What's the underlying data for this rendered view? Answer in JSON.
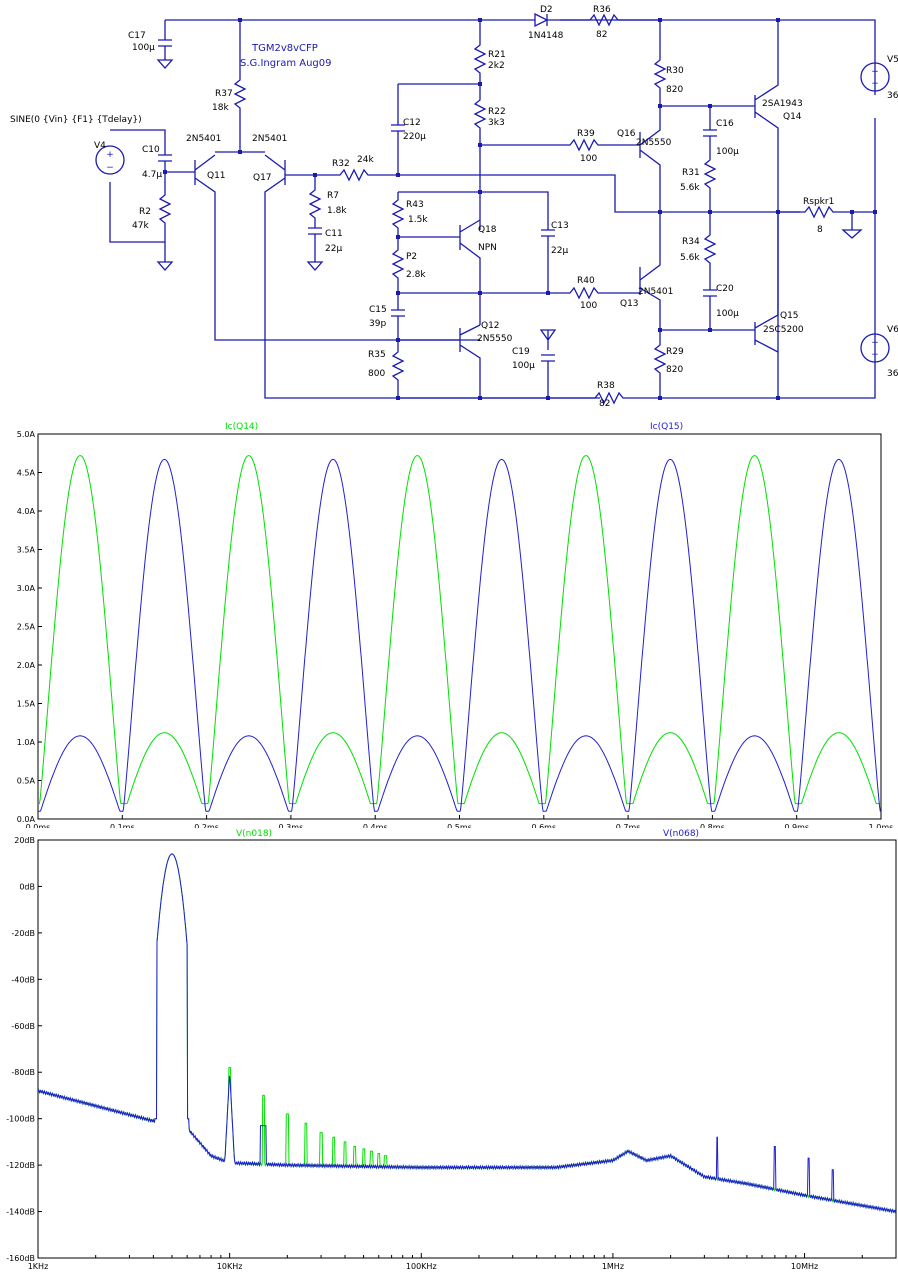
{
  "schematic": {
    "title": "TGM2v8vCFP",
    "author": "S.G.Ingram Aug09",
    "source_spec": "SINE(0 {Vin} {F1} {Tdelay})",
    "labels": [
      {
        "id": "C17",
        "t": "C17"
      },
      {
        "id": "C17v",
        "t": "100µ"
      },
      {
        "id": "R37",
        "t": "R37"
      },
      {
        "id": "R37v",
        "t": "18k"
      },
      {
        "id": "D2",
        "t": "D2"
      },
      {
        "id": "D2v",
        "t": "1N4148"
      },
      {
        "id": "R36",
        "t": "R36"
      },
      {
        "id": "R36v",
        "t": "82"
      },
      {
        "id": "R21",
        "t": "R21"
      },
      {
        "id": "R21v",
        "t": "2k2"
      },
      {
        "id": "R22",
        "t": "R22"
      },
      {
        "id": "R22v",
        "t": "3k3"
      },
      {
        "id": "C12",
        "t": "C12"
      },
      {
        "id": "C12v",
        "t": "220µ"
      },
      {
        "id": "V4",
        "t": "V4"
      },
      {
        "id": "C10",
        "t": "C10"
      },
      {
        "id": "C10v",
        "t": "4.7µ"
      },
      {
        "id": "R2",
        "t": "R2"
      },
      {
        "id": "R2v",
        "t": "47k"
      },
      {
        "id": "Q11m",
        "t": "2N5401"
      },
      {
        "id": "Q11",
        "t": "Q11"
      },
      {
        "id": "Q17m",
        "t": "2N5401"
      },
      {
        "id": "Q17",
        "t": "Q17"
      },
      {
        "id": "R32",
        "t": "R32"
      },
      {
        "id": "R32v",
        "t": "24k"
      },
      {
        "id": "R7",
        "t": "R7"
      },
      {
        "id": "R7v",
        "t": "1.8k"
      },
      {
        "id": "C11",
        "t": "C11"
      },
      {
        "id": "C11v",
        "t": "22µ"
      },
      {
        "id": "R43",
        "t": "R43"
      },
      {
        "id": "R43v",
        "t": "1.5k"
      },
      {
        "id": "P2",
        "t": "P2"
      },
      {
        "id": "P2v",
        "t": "2.8k"
      },
      {
        "id": "Q18",
        "t": "Q18"
      },
      {
        "id": "Q18m",
        "t": "NPN"
      },
      {
        "id": "C13",
        "t": "C13"
      },
      {
        "id": "C13v",
        "t": "22µ"
      },
      {
        "id": "R39",
        "t": "R39"
      },
      {
        "id": "R39v",
        "t": "100"
      },
      {
        "id": "R40",
        "t": "R40"
      },
      {
        "id": "R40v",
        "t": "100"
      },
      {
        "id": "C15",
        "t": "C15"
      },
      {
        "id": "C15v",
        "t": "39p"
      },
      {
        "id": "Q12",
        "t": "Q12"
      },
      {
        "id": "Q12m",
        "t": "2N5550"
      },
      {
        "id": "R35",
        "t": "R35"
      },
      {
        "id": "R35v",
        "t": "800"
      },
      {
        "id": "C19",
        "t": "C19"
      },
      {
        "id": "C19v",
        "t": "100µ"
      },
      {
        "id": "R38",
        "t": "R38"
      },
      {
        "id": "R38v",
        "t": "82"
      },
      {
        "id": "R30",
        "t": "R30"
      },
      {
        "id": "R30v",
        "t": "820"
      },
      {
        "id": "Q16",
        "t": "Q16"
      },
      {
        "id": "Q16m",
        "t": "2N5550"
      },
      {
        "id": "C16",
        "t": "C16"
      },
      {
        "id": "C16v",
        "t": "100µ"
      },
      {
        "id": "R31",
        "t": "R31"
      },
      {
        "id": "R31v",
        "t": "5.6k"
      },
      {
        "id": "Q14m",
        "t": "2SA1943"
      },
      {
        "id": "Q14",
        "t": "Q14"
      },
      {
        "id": "Rspkr1",
        "t": "Rspkr1"
      },
      {
        "id": "Rspkr1v",
        "t": "8"
      },
      {
        "id": "R34",
        "t": "R34"
      },
      {
        "id": "R34v",
        "t": "5.6k"
      },
      {
        "id": "C20",
        "t": "C20"
      },
      {
        "id": "C20v",
        "t": "100µ"
      },
      {
        "id": "Q13m",
        "t": "2N5401"
      },
      {
        "id": "Q13",
        "t": "Q13"
      },
      {
        "id": "Q15",
        "t": "Q15"
      },
      {
        "id": "Q15m",
        "t": "2SC5200"
      },
      {
        "id": "R29",
        "t": "R29"
      },
      {
        "id": "R29v",
        "t": "820"
      },
      {
        "id": "V5",
        "t": "V5"
      },
      {
        "id": "V5v",
        "t": "36"
      },
      {
        "id": "V6",
        "t": "V6"
      },
      {
        "id": "V6v",
        "t": "36"
      }
    ]
  },
  "chart_data": [
    {
      "type": "line",
      "series": [
        {
          "name": "Ic(Q14)",
          "color": "#00e000",
          "main_peak": 4.72,
          "small_peak": 1.12,
          "baseline": 0.2
        },
        {
          "name": "Ic(Q15)",
          "color": "#2020d0",
          "main_peak": 4.67,
          "small_peak": 1.08,
          "baseline": 0.1
        }
      ],
      "period_ms": 0.2,
      "x_ticks": [
        "0.0ms",
        "0.1ms",
        "0.2ms",
        "0.3ms",
        "0.4ms",
        "0.5ms",
        "0.6ms",
        "0.7ms",
        "0.8ms",
        "0.9ms",
        "1.0ms"
      ],
      "y_ticks": [
        "0.0A",
        "0.5A",
        "1.0A",
        "1.5A",
        "2.0A",
        "2.5A",
        "3.0A",
        "3.5A",
        "4.0A",
        "4.5A",
        "5.0A"
      ],
      "xlim": [
        0,
        1.0
      ],
      "ylim": [
        0,
        5.0
      ]
    },
    {
      "type": "line",
      "x_scale": "log",
      "series": [
        {
          "name": "V(n018)",
          "color": "#00e000",
          "harmonics": [
            {
              "f": 10,
              "db": -78
            },
            {
              "f": 15,
              "db": -90
            },
            {
              "f": 20,
              "db": -98
            },
            {
              "f": 25,
              "db": -102
            },
            {
              "f": 30,
              "db": -106
            },
            {
              "f": 35,
              "db": -108
            },
            {
              "f": 40,
              "db": -110
            },
            {
              "f": 45,
              "db": -112
            },
            {
              "f": 50,
              "db": -113
            },
            {
              "f": 55,
              "db": -114
            },
            {
              "f": 60,
              "db": -115
            },
            {
              "f": 65,
              "db": -116
            }
          ]
        },
        {
          "name": "V(n068)",
          "color": "#2020d0",
          "fundamental": {
            "f": 5,
            "db": 14
          },
          "noise": [
            [
              1,
              -88
            ],
            [
              4,
              -101
            ],
            [
              4.5,
              -102
            ],
            [
              6,
              -104
            ],
            [
              8,
              -116
            ],
            [
              10,
              -119
            ],
            [
              20,
              -120
            ],
            [
              100,
              -121
            ],
            [
              500,
              -121
            ],
            [
              1000,
              -118
            ],
            [
              1200,
              -114
            ],
            [
              1500,
              -118
            ],
            [
              2000,
              -116
            ],
            [
              3000,
              -125
            ],
            [
              5000,
              -128
            ],
            [
              10000,
              -133
            ],
            [
              30000,
              -140
            ]
          ],
          "spurs": [
            {
              "f": 3500,
              "db": -108
            },
            {
              "f": 7000,
              "db": -112
            },
            {
              "f": 10500,
              "db": -117
            },
            {
              "f": 14000,
              "db": -122
            }
          ]
        }
      ],
      "x_ticks": [
        "1KHz",
        "10KHz",
        "100KHz",
        "1MHz",
        "10MHz"
      ],
      "y_ticks": [
        "20dB",
        "0dB",
        "-20dB",
        "-40dB",
        "-60dB",
        "-80dB",
        "-100dB",
        "-120dB",
        "-140dB",
        "-160dB"
      ],
      "xlim": [
        1,
        30000
      ],
      "ylim": [
        -160,
        20
      ]
    }
  ]
}
